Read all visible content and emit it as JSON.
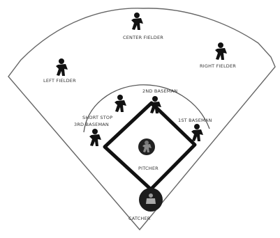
{
  "positions": {
    "center_fielder": "CENTER FIELDER",
    "left_fielder": "LEFT FIELDER",
    "right_fielder": "RIGHT FIELDER",
    "second_baseman": "2ND BASEMAN",
    "shortstop": "SHORT STOP",
    "third_baseman": "3RD BASEMAN",
    "first_baseman": "1ST BASEMAN",
    "pitcher": "PITCHER",
    "catcher": "CATCHER"
  }
}
